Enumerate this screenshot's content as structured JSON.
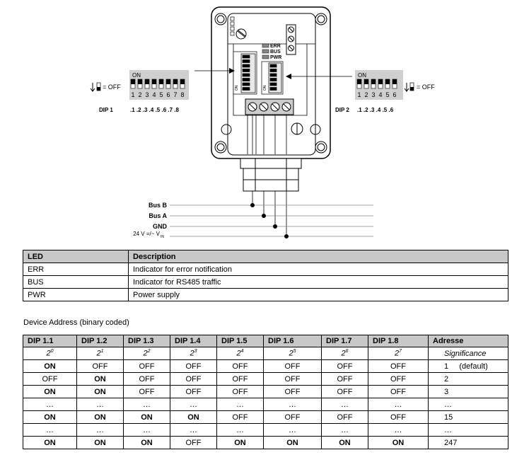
{
  "diagram": {
    "led_labels": [
      "ERR",
      "BUS",
      "PWR"
    ],
    "dip1": {
      "on_label": "ON",
      "switch_numbers": [
        "1",
        "2",
        "3",
        "4",
        "5",
        "6",
        "7",
        "8"
      ],
      "caption": "DIP 1",
      "positions": ".1 .2 .3 .4 .5 .6 .7 .8",
      "legend": "= OFF"
    },
    "dip2": {
      "on_label": "ON",
      "switch_numbers": [
        "1",
        "2",
        "3",
        "4",
        "5",
        "6"
      ],
      "caption": "DIP 2",
      "positions": ".1 .2 .3 .4 .5 .6",
      "legend": "= OFF"
    },
    "wires": [
      {
        "label": "Bus B"
      },
      {
        "label": "Bus A"
      },
      {
        "label": "GND"
      },
      {
        "label": "24 V =/~  V",
        "sub": "IN"
      }
    ]
  },
  "led_table": {
    "headers": [
      "LED",
      "Description"
    ],
    "rows": [
      [
        "ERR",
        "Indicator for error notification"
      ],
      [
        "BUS",
        "Indicator for RS485 traffic"
      ],
      [
        "PWR",
        "Power supply"
      ]
    ]
  },
  "device_address_title": "Device Address (binary coded)",
  "address_table": {
    "headers": [
      "DIP 1.1",
      "DIP 1.2",
      "DIP 1.3",
      "DIP 1.4",
      "DIP 1.5",
      "DIP 1.6",
      "DIP 1.7",
      "DIP 1.8",
      "Adresse"
    ],
    "significance": {
      "bases": [
        "2",
        "2",
        "2",
        "2",
        "2",
        "2",
        "2",
        "2"
      ],
      "exponents": [
        "0",
        "1",
        "2",
        "3",
        "4",
        "5",
        "6",
        "7"
      ],
      "label": "Significance"
    },
    "rows": [
      [
        "ON",
        "OFF",
        "OFF",
        "OFF",
        "OFF",
        "OFF",
        "OFF",
        "OFF",
        "1     (default)"
      ],
      [
        "OFF",
        "ON",
        "OFF",
        "OFF",
        "OFF",
        "OFF",
        "OFF",
        "OFF",
        "2"
      ],
      [
        "ON",
        "ON",
        "OFF",
        "OFF",
        "OFF",
        "OFF",
        "OFF",
        "OFF",
        "3"
      ],
      [
        "…",
        "…",
        "…",
        "…",
        "…",
        "…",
        "…",
        "…",
        "…"
      ],
      [
        "ON",
        "ON",
        "ON",
        "ON",
        "OFF",
        "OFF",
        "OFF",
        "OFF",
        "15"
      ],
      [
        "…",
        "…",
        "…",
        "…",
        "…",
        "…",
        "…",
        "…",
        "…"
      ],
      [
        "ON",
        "ON",
        "ON",
        "OFF",
        "ON",
        "ON",
        "ON",
        "ON",
        "247"
      ]
    ]
  }
}
